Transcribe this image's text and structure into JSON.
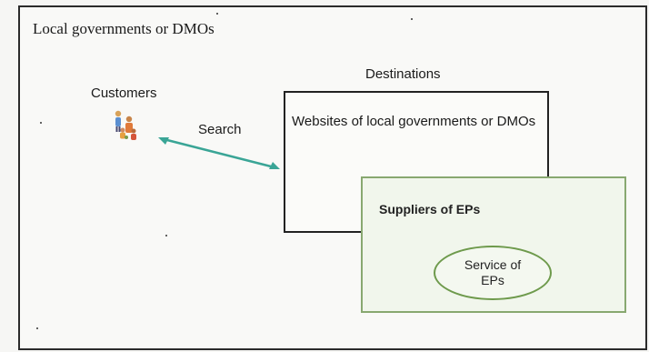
{
  "frame": {
    "title": "Local governments or DMOs"
  },
  "customers": {
    "label": "Customers",
    "icon": "people-group-icon"
  },
  "search": {
    "label": "Search",
    "icon": "bidirectional-arrow-icon"
  },
  "destinations": {
    "label": "Destinations",
    "box_label": "Websites of local governments or DMOs"
  },
  "suppliers": {
    "label": "Suppliers of EPs"
  },
  "service": {
    "label": "Service of EPs"
  },
  "colors": {
    "frame_border": "#2b2b2b",
    "supplier_border": "#88a870",
    "arrow": "#3aa596"
  }
}
